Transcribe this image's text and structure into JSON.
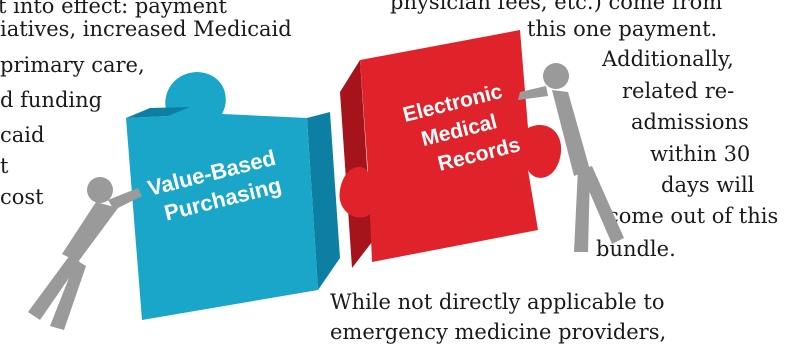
{
  "left_column": {
    "lines": [
      "t into effect: payment",
      "iatives, increased Medicaid",
      "primary care,",
      "d funding",
      "caid",
      "t",
      "cost"
    ]
  },
  "right_column": {
    "lines": [
      "physician fees, etc.) come from",
      "this one payment.",
      "Additionally,",
      "related re-",
      "admissions",
      "within 30",
      "days will",
      "come out of this",
      "bundle."
    ]
  },
  "bottom_text": {
    "lines": [
      "While not directly applicable to",
      "emergency medicine providers,"
    ]
  },
  "illustration": {
    "blue_piece_label": [
      "Value-Based",
      "Purchasing"
    ],
    "red_piece_label": [
      "Electronic",
      "Medical",
      "Records"
    ],
    "colors": {
      "blue_piece": "#1aa6c9",
      "blue_piece_dark": "#0c7fa3",
      "red_piece": "#e0232a",
      "red_piece_dark": "#a5141a",
      "figure": "#9a9a9a",
      "figure_dark": "#6e6e6e"
    }
  }
}
